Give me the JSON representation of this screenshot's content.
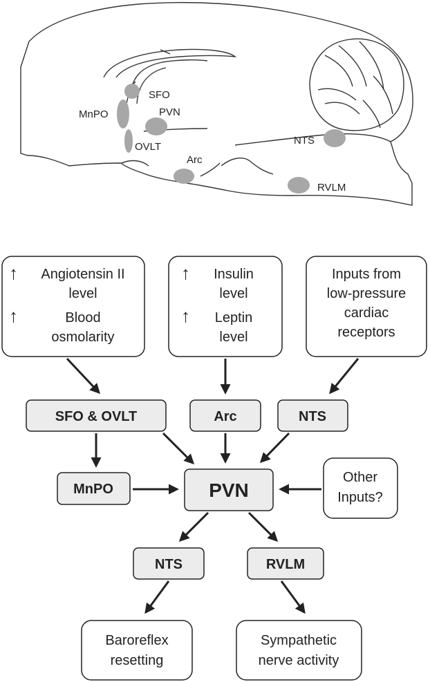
{
  "brain_map": {
    "labels": {
      "sfo": "SFO",
      "mnpo": "MnPO",
      "pvn": "PVN",
      "ovlt": "OVLT",
      "arc": "Arc",
      "nts": "NTS",
      "rvlm": "RVLM"
    },
    "region_fill": "#a7a7a7",
    "outline_color": "#333333"
  },
  "inputs": {
    "box1": {
      "item1": {
        "arrow": "↑",
        "line1": "Angiotensin II",
        "line2": "level"
      },
      "item2": {
        "arrow": "↑",
        "line1": "Blood",
        "line2": "osmolarity"
      }
    },
    "box2": {
      "item1": {
        "arrow": "↑",
        "line1": "Insulin",
        "line2": "level"
      },
      "item2": {
        "arrow": "↑",
        "line1": "Leptin",
        "line2": "level"
      }
    },
    "box3": {
      "line1": "Inputs from",
      "line2": "low-pressure",
      "line3": "cardiac",
      "line4": "receptors"
    }
  },
  "nodes": {
    "sfo_ovlt": "SFO & OVLT",
    "arc": "Arc",
    "nts_top": "NTS",
    "mnpo": "MnPO",
    "pvn": "PVN",
    "other": {
      "line1": "Other",
      "line2": "Inputs?"
    },
    "nts_bottom": "NTS",
    "rvlm": "RVLM"
  },
  "outputs": {
    "baroreflex": {
      "line1": "Baroreflex",
      "line2": "resetting"
    },
    "sympathetic": {
      "line1": "Sympathetic",
      "line2": "nerve activity"
    }
  },
  "colors": {
    "node_fill": "#ececec",
    "box_fill": "#ffffff",
    "stroke": "#222222"
  }
}
